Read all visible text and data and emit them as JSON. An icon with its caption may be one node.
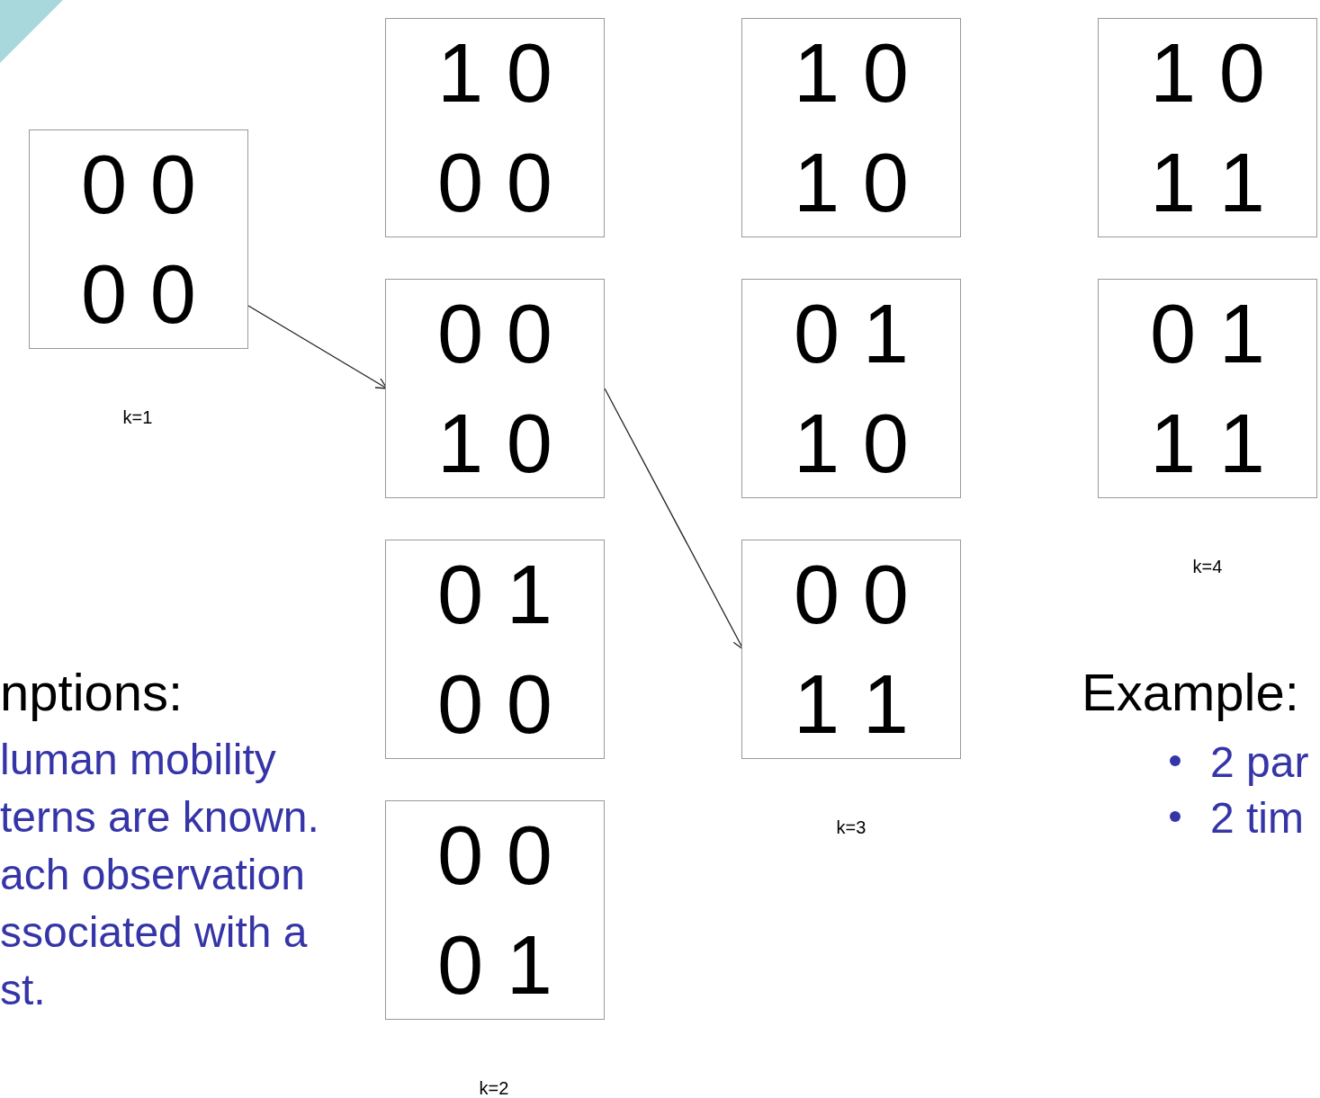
{
  "diagram": {
    "nodes": [
      {
        "text": [
          "0 0",
          "0 0"
        ]
      },
      {
        "text": [
          "1 0",
          "0 0"
        ]
      },
      {
        "text": [
          "0 0",
          "1 0"
        ]
      },
      {
        "text": [
          "0 1",
          "0 0"
        ]
      },
      {
        "text": [
          "0 0",
          "0 1"
        ]
      },
      {
        "text": [
          "1 0",
          "1 0"
        ]
      },
      {
        "text": [
          "0 1",
          "1 0"
        ]
      },
      {
        "text": [
          "0 0",
          "1 1"
        ]
      },
      {
        "text": [
          "1 0",
          "1 1"
        ]
      },
      {
        "text": [
          "0 1",
          "1 1"
        ]
      }
    ],
    "edges": [
      {
        "from": 0,
        "to": 2,
        "arrow": "to"
      },
      {
        "from": 2,
        "to": 7,
        "arrow": "to"
      }
    ],
    "labels": [
      "k=1",
      "k=2",
      "k=3",
      "k=4",
      "nptions:",
      "luman mobility",
      "terns are known.",
      "ach observation",
      "ssociated with a",
      "st.",
      "Example:",
      "2 par",
      "2 tim"
    ]
  }
}
